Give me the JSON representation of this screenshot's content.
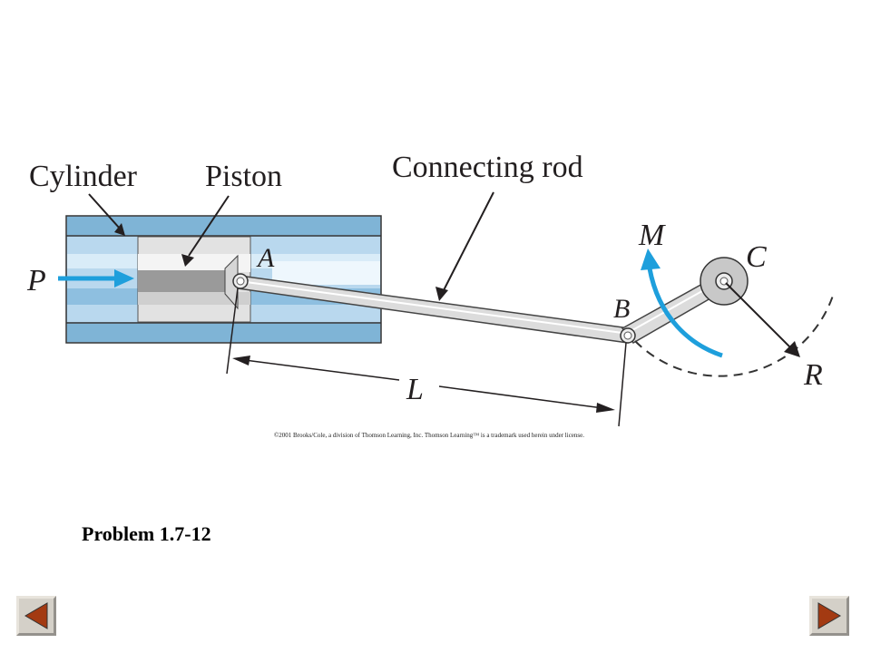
{
  "labels": {
    "cylinder": "Cylinder",
    "piston": "Piston",
    "connecting_rod": "Connecting rod",
    "P": "P",
    "A": "A",
    "B": "B",
    "C": "C",
    "M": "M",
    "R": "R",
    "L": "L"
  },
  "copyright": "©2001 Brooks/Cole, a division of Thomson Learning, Inc.  Thomson Learning™ is a trademark used herein under license.",
  "problem_title": "Problem 1.7-12",
  "colors": {
    "cylinder_band_dark": "#7fb4d6",
    "cylinder_band_light": "#b9d8ee",
    "arrow_blue": "#1e9fdc",
    "nav_arrow": "#a33a12"
  },
  "nav": {
    "prev_icon": "left-triangle-icon",
    "next_icon": "right-triangle-icon"
  }
}
